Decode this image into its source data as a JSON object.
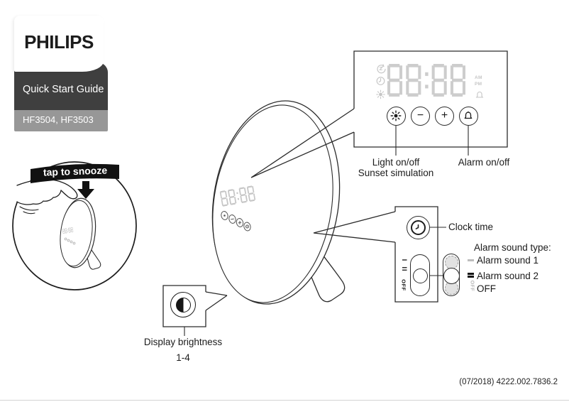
{
  "badge": {
    "brand": "PHILIPS",
    "title": "Quick Start Guide",
    "models": "HF3504, HF3503"
  },
  "snooze_callout": {
    "banner": "tap to snooze"
  },
  "display_panel": {
    "time": "88:88",
    "meridiem": {
      "am": "AM",
      "pm": "PM"
    },
    "buttons": {
      "decrease": "−",
      "increase": "+"
    },
    "labels": {
      "light": "Light on/off",
      "sunset": "Sunset simulation",
      "alarm": "Alarm on/off"
    }
  },
  "device": {
    "time": "88:88",
    "mini_time": "88:88"
  },
  "controls": {
    "clock_label": "Clock time",
    "switch_marks": [
      "I",
      "II",
      "OFF"
    ],
    "alarm_heading": "Alarm sound type:",
    "options": [
      "Alarm sound 1",
      "Alarm sound 2",
      "OFF"
    ]
  },
  "brightness": {
    "label": "Display brightness",
    "range": "1-4"
  },
  "footer": {
    "code": "(07/2018) 4222.002.7836.2"
  }
}
